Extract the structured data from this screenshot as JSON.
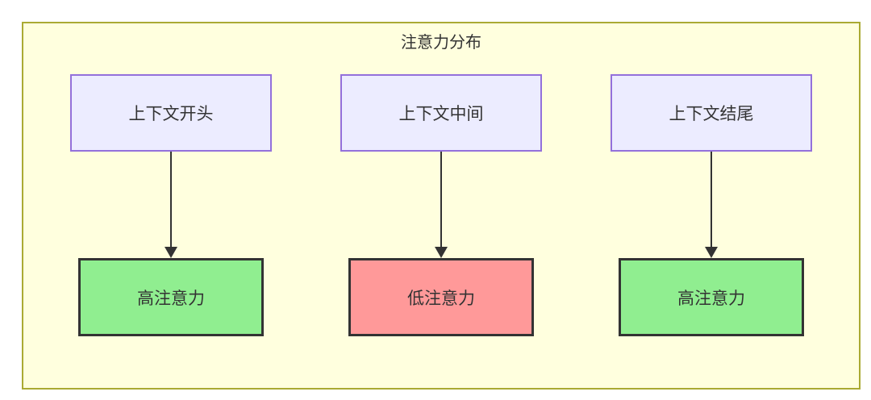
{
  "diagram": {
    "title": "注意力分布",
    "columns": [
      {
        "source_label": "上下文开头",
        "result_label": "高注意力",
        "result_type": "high"
      },
      {
        "source_label": "上下文中间",
        "result_label": "低注意力",
        "result_type": "low"
      },
      {
        "source_label": "上下文结尾",
        "result_label": "高注意力",
        "result_type": "high"
      }
    ],
    "colors": {
      "container_fill": "#ffffde",
      "container_border": "#aaaa33",
      "source_fill": "#ECECFF",
      "source_border": "#9370DB",
      "result_high_fill": "#90EE90",
      "result_low_fill": "#FF9999",
      "result_border": "#333333",
      "arrow": "#333333",
      "text": "#333333"
    }
  }
}
